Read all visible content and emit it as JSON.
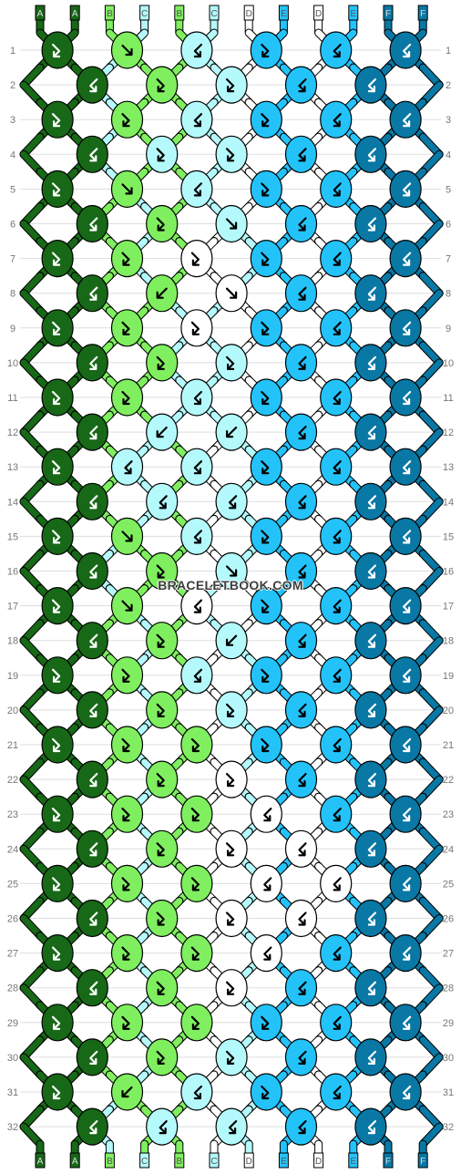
{
  "string_labels": [
    "A",
    "A",
    "B",
    "C",
    "B",
    "C",
    "D",
    "E",
    "D",
    "E",
    "F",
    "F"
  ],
  "string_colors": [
    "#176817",
    "#176817",
    "#7fef5f",
    "#b4f9fb",
    "#7fef5f",
    "#b4f9fb",
    "#ffffff",
    "#23c3fa",
    "#ffffff",
    "#23c3fa",
    "#0978a5",
    "#0978a5"
  ],
  "color_legend": {
    "A": "#176817",
    "B": "#7fef5f",
    "C": "#b4f9fb",
    "D": "#ffffff",
    "E": "#23c3fa",
    "F": "#0978a5"
  },
  "row_numbers": [
    "1",
    "2",
    "3",
    "4",
    "5",
    "6",
    "7",
    "8",
    "9",
    "10",
    "11",
    "12",
    "13",
    "14",
    "15",
    "16",
    "17",
    "18",
    "19",
    "20",
    "21",
    "22",
    "23",
    "24",
    "25",
    "26",
    "27",
    "28",
    "29",
    "30",
    "31",
    "32"
  ],
  "knot_symbols": {
    "f": "forward",
    "b": "backward",
    "fb": "forward-backward",
    "bf": "backward-forward"
  },
  "knots": [
    [
      "fb",
      "f",
      "bf",
      "fb",
      "bf",
      "bf"
    ],
    [
      "bf",
      "fb",
      "fb",
      "bf",
      "bf"
    ],
    [
      "fb",
      "fb",
      "bf",
      "fb",
      "bf",
      "bf"
    ],
    [
      "bf",
      "fb",
      "fb",
      "bf",
      "bf"
    ],
    [
      "fb",
      "f",
      "bf",
      "fb",
      "bf",
      "bf"
    ],
    [
      "bf",
      "fb",
      "f",
      "bf",
      "bf"
    ],
    [
      "fb",
      "fb",
      "fb",
      "fb",
      "bf",
      "bf"
    ],
    [
      "bf",
      "b",
      "f",
      "bf",
      "bf"
    ],
    [
      "fb",
      "fb",
      "fb",
      "fb",
      "bf",
      "bf"
    ],
    [
      "bf",
      "fb",
      "fb",
      "bf",
      "bf"
    ],
    [
      "fb",
      "fb",
      "bf",
      "fb",
      "bf",
      "bf"
    ],
    [
      "bf",
      "b",
      "b",
      "bf",
      "bf"
    ],
    [
      "fb",
      "bf",
      "bf",
      "fb",
      "bf",
      "bf"
    ],
    [
      "bf",
      "bf",
      "bf",
      "bf",
      "bf"
    ],
    [
      "fb",
      "f",
      "bf",
      "fb",
      "bf",
      "bf"
    ],
    [
      "bf",
      "fb",
      "f",
      "bf",
      "bf"
    ],
    [
      "fb",
      "f",
      "bf",
      "fb",
      "bf",
      "bf"
    ],
    [
      "bf",
      "fb",
      "b",
      "bf",
      "bf"
    ],
    [
      "fb",
      "fb",
      "bf",
      "fb",
      "bf",
      "bf"
    ],
    [
      "bf",
      "fb",
      "fb",
      "bf",
      "bf"
    ],
    [
      "fb",
      "fb",
      "fb",
      "fb",
      "bf",
      "bf"
    ],
    [
      "bf",
      "fb",
      "fb",
      "bf",
      "bf"
    ],
    [
      "fb",
      "fb",
      "fb",
      "bf",
      "bf",
      "bf"
    ],
    [
      "bf",
      "fb",
      "fb",
      "bf",
      "bf"
    ],
    [
      "fb",
      "fb",
      "fb",
      "bf",
      "bf",
      "bf"
    ],
    [
      "bf",
      "fb",
      "fb",
      "bf",
      "bf"
    ],
    [
      "fb",
      "fb",
      "fb",
      "bf",
      "bf",
      "bf"
    ],
    [
      "bf",
      "fb",
      "fb",
      "bf",
      "bf"
    ],
    [
      "fb",
      "fb",
      "fb",
      "fb",
      "bf",
      "bf"
    ],
    [
      "bf",
      "fb",
      "fb",
      "bf",
      "bf"
    ],
    [
      "fb",
      "b",
      "bf",
      "fb",
      "bf",
      "bf"
    ],
    [
      "bf",
      "bf",
      "bf",
      "bf",
      "bf"
    ]
  ],
  "knot_colors": [
    [
      "A",
      "B",
      "C",
      "E",
      "E",
      "F"
    ],
    [
      "A",
      "B",
      "C",
      "E",
      "F"
    ],
    [
      "A",
      "B",
      "C",
      "E",
      "E",
      "F"
    ],
    [
      "A",
      "C",
      "C",
      "E",
      "F"
    ],
    [
      "A",
      "B",
      "C",
      "E",
      "E",
      "F"
    ],
    [
      "A",
      "B",
      "C",
      "E",
      "F"
    ],
    [
      "A",
      "B",
      "D",
      "E",
      "E",
      "F"
    ],
    [
      "A",
      "B",
      "D",
      "E",
      "F"
    ],
    [
      "A",
      "B",
      "D",
      "E",
      "E",
      "F"
    ],
    [
      "A",
      "B",
      "C",
      "E",
      "F"
    ],
    [
      "A",
      "B",
      "C",
      "E",
      "E",
      "F"
    ],
    [
      "A",
      "C",
      "C",
      "E",
      "F"
    ],
    [
      "A",
      "C",
      "C",
      "E",
      "E",
      "F"
    ],
    [
      "A",
      "C",
      "C",
      "E",
      "F"
    ],
    [
      "A",
      "B",
      "C",
      "E",
      "E",
      "F"
    ],
    [
      "A",
      "B",
      "C",
      "E",
      "F"
    ],
    [
      "A",
      "B",
      "D",
      "E",
      "E",
      "F"
    ],
    [
      "A",
      "B",
      "C",
      "E",
      "F"
    ],
    [
      "A",
      "B",
      "C",
      "E",
      "E",
      "F"
    ],
    [
      "A",
      "B",
      "C",
      "E",
      "F"
    ],
    [
      "A",
      "B",
      "B",
      "E",
      "E",
      "F"
    ],
    [
      "A",
      "B",
      "D",
      "E",
      "F"
    ],
    [
      "A",
      "B",
      "B",
      "D",
      "E",
      "F"
    ],
    [
      "A",
      "B",
      "D",
      "D",
      "F"
    ],
    [
      "A",
      "B",
      "B",
      "D",
      "D",
      "F"
    ],
    [
      "A",
      "B",
      "D",
      "D",
      "F"
    ],
    [
      "A",
      "B",
      "B",
      "D",
      "E",
      "F"
    ],
    [
      "A",
      "B",
      "D",
      "E",
      "F"
    ],
    [
      "A",
      "B",
      "B",
      "E",
      "E",
      "F"
    ],
    [
      "A",
      "B",
      "C",
      "E",
      "F"
    ],
    [
      "A",
      "B",
      "C",
      "E",
      "E",
      "F"
    ],
    [
      "A",
      "C",
      "C",
      "E",
      "F"
    ]
  ],
  "watermark": "BRACELETBOOK.COM"
}
